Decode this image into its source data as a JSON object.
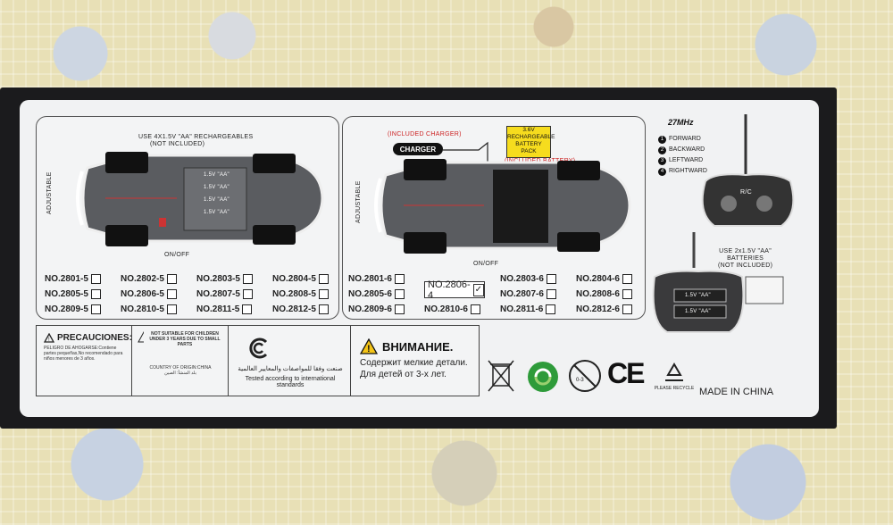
{
  "left_panel": {
    "battery_note_line1": "USE 4X1.5V \"AA\" RECHARGEABLES",
    "battery_note_line2": "(NOT INCLUDED)",
    "adjustable": "ADJUSTABLE",
    "onoff": "ON/OFF",
    "battery_labels": [
      "1.5V \"AA\"",
      "1.5V \"AA\"",
      "1.5V \"AA\"",
      "1.5V \"AA\""
    ],
    "models": [
      [
        "NO.2801-5",
        "NO.2802-5",
        "NO.2803-5",
        "NO.2804-5"
      ],
      [
        "NO.2805-5",
        "NO.2806-5",
        "NO.2807-5",
        "NO.2808-5"
      ],
      [
        "NO.2809-5",
        "NO.2810-5",
        "NO.2811-5",
        "NO.2812-5"
      ]
    ]
  },
  "right_panel": {
    "included_charger": "(INCLUDED CHARGER)",
    "charger": "CHARGER",
    "battery_pack_line1": "3.6V",
    "battery_pack_line2": "RECHARGEABLE",
    "battery_pack_line3": "BATTERY PACK",
    "included_battery": "(INCLUDED BATTERY)",
    "adjustable": "ADJUSTABLE",
    "onoff": "ON/OFF",
    "selected_model": "NO.2806-4",
    "selected_mark": "✓",
    "models": [
      [
        "NO.2801-6",
        "",
        "NO.2803-6",
        "NO.2804-6"
      ],
      [
        "NO.2805-6",
        "",
        "NO.2807-6",
        "NO.2808-6"
      ],
      [
        "NO.2809-6",
        "NO.2810-6",
        "NO.2811-6",
        "NO.2812-6"
      ]
    ]
  },
  "remote": {
    "frequency": "27MHz",
    "directions": [
      {
        "num": "1",
        "label": "FORWARD"
      },
      {
        "num": "2",
        "label": "BACKWARD"
      },
      {
        "num": "3",
        "label": "LEFTWARD"
      },
      {
        "num": "4",
        "label": "RIGHTWARD"
      }
    ],
    "rc_label": "R/C",
    "battery_note_line1": "USE 2x1.5V \"AA\"",
    "battery_note_line2": "BATTERIES",
    "battery_note_line3": "(NOT INCLUDED)",
    "battery_labels": [
      "1.5V \"AA\"",
      "1.5V \"AA\""
    ]
  },
  "warnings": {
    "es_title": "PRECAUCIONES:",
    "es_text": "PELIGRO DE AHOGARSE:Contiene partes pequeñas,No recomendado para niños menores de 3 años.",
    "en_warn": "NOT SUITABLE FOR CHILDREN UNDER 3 YEARS DUE TO SMALL PARTS",
    "origin": "COUNTRY OF ORIGIN:CHINA",
    "arabic_origin": "بلد المنشأ: الصين",
    "gcc_arabic": "صنعت وفقا للمواصفات والمعايير العالمية",
    "gcc_text": "Tested according to international standards",
    "ru_title": "ВНИМАНИЕ.",
    "ru_line1": "Содержит мелкие детали.",
    "ru_line2": "Для детей от 3-х лет.",
    "age": "0-3",
    "ce": "CE",
    "recycle": "PLEASE RECYCLE",
    "made_in": "MADE IN CHINA"
  }
}
